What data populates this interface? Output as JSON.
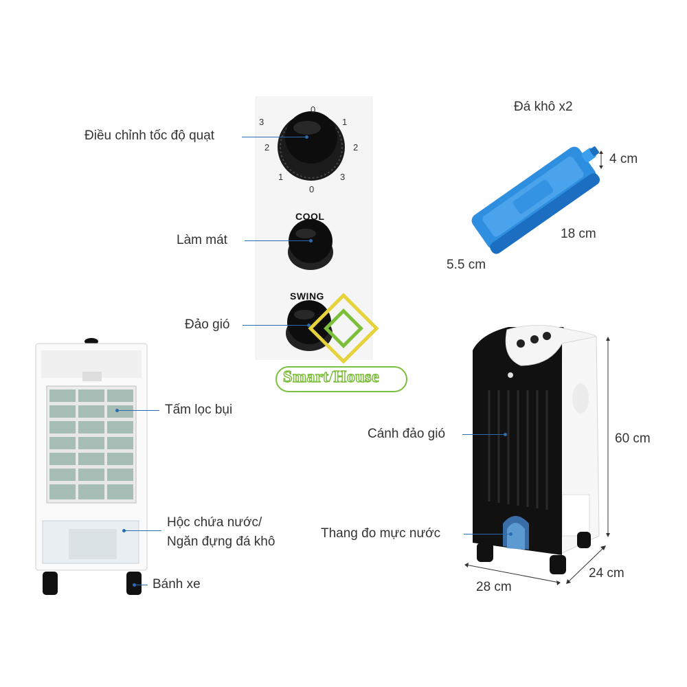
{
  "control_panel": {
    "dial_numbers_top": [
      "0",
      "1",
      "2",
      "3"
    ],
    "dial_numbers_left": [
      "3",
      "2",
      "1"
    ],
    "dial_numbers_right": [
      "1",
      "2",
      "3"
    ],
    "dial_bottom": "0",
    "cool_label": "COOL",
    "swing_label": "SWING"
  },
  "callouts": {
    "fan_speed": "Điều chỉnh tốc độ quạt",
    "cooling": "Làm mát",
    "swing": "Đảo gió",
    "dust_filter": "Tấm lọc bụi",
    "water_tank_line1": "Hộc chứa nước/",
    "water_tank_line2": "Ngăn đựng đá khô",
    "wheels": "Bánh xe",
    "swing_blades": "Cánh đảo gió",
    "water_gauge": "Thang đo mực nước"
  },
  "ice_pack": {
    "title": "Đá khô x2",
    "height": "4 cm",
    "length": "18 cm",
    "width": "5.5 cm"
  },
  "unit_dims": {
    "height": "60 cm",
    "width": "28 cm",
    "depth": "24 cm"
  },
  "watermark": {
    "text_left": "Smart",
    "text_right": "House",
    "brand_color": "#7cbf3a",
    "accent_color": "#e6d23a"
  },
  "colors": {
    "callout_line": "#2b6cb0",
    "ice_pack": "#2e8fe0",
    "body_black": "#111111"
  }
}
